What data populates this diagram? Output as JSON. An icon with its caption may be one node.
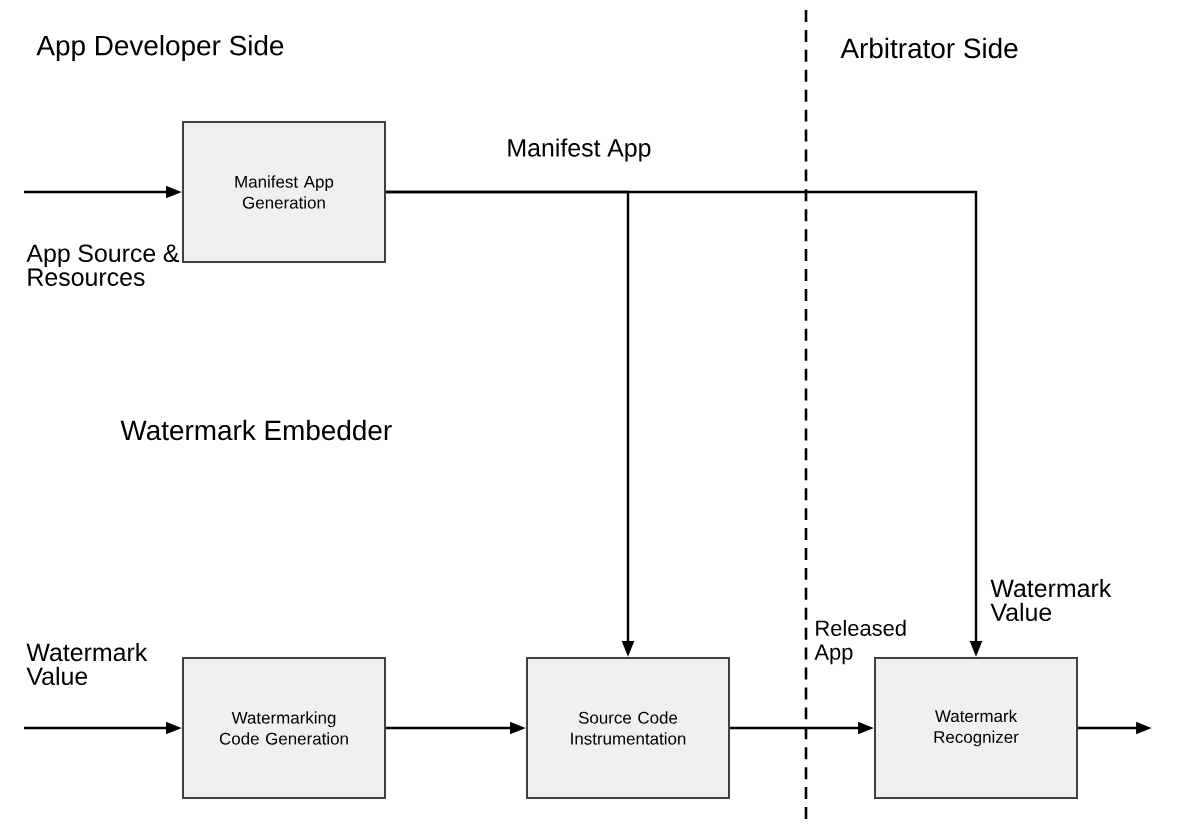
{
  "diagram": {
    "nodes": [
      {
        "text": [
          "Manifest App Generation"
        ]
      },
      {
        "text": [
          "Watermarking Code Generation"
        ]
      },
      {
        "text": [
          "Source Code Instrumentation"
        ]
      },
      {
        "text": [
          "Watermark Recognizer"
        ]
      }
    ],
    "edges": [
      {
        "from": null,
        "to": 0,
        "arrow": "to",
        "label": "App Source & Resources"
      },
      {
        "from": null,
        "to": 1,
        "arrow": "to",
        "label": "Watermark Value"
      },
      {
        "from": 0,
        "to": 2,
        "arrow": "to",
        "label": "Manifest App"
      },
      {
        "from": 0,
        "to": 3,
        "arrow": "to",
        "label": "Watermark Value"
      },
      {
        "from": 1,
        "to": 2,
        "arrow": "to"
      },
      {
        "from": 2,
        "to": 3,
        "arrow": "to",
        "label": "Released App"
      },
      {
        "from": 3,
        "to": null,
        "arrow": "to"
      }
    ],
    "labels": [
      "App Developer Side",
      "Arbitrator Side",
      "Watermark Embedder"
    ]
  }
}
